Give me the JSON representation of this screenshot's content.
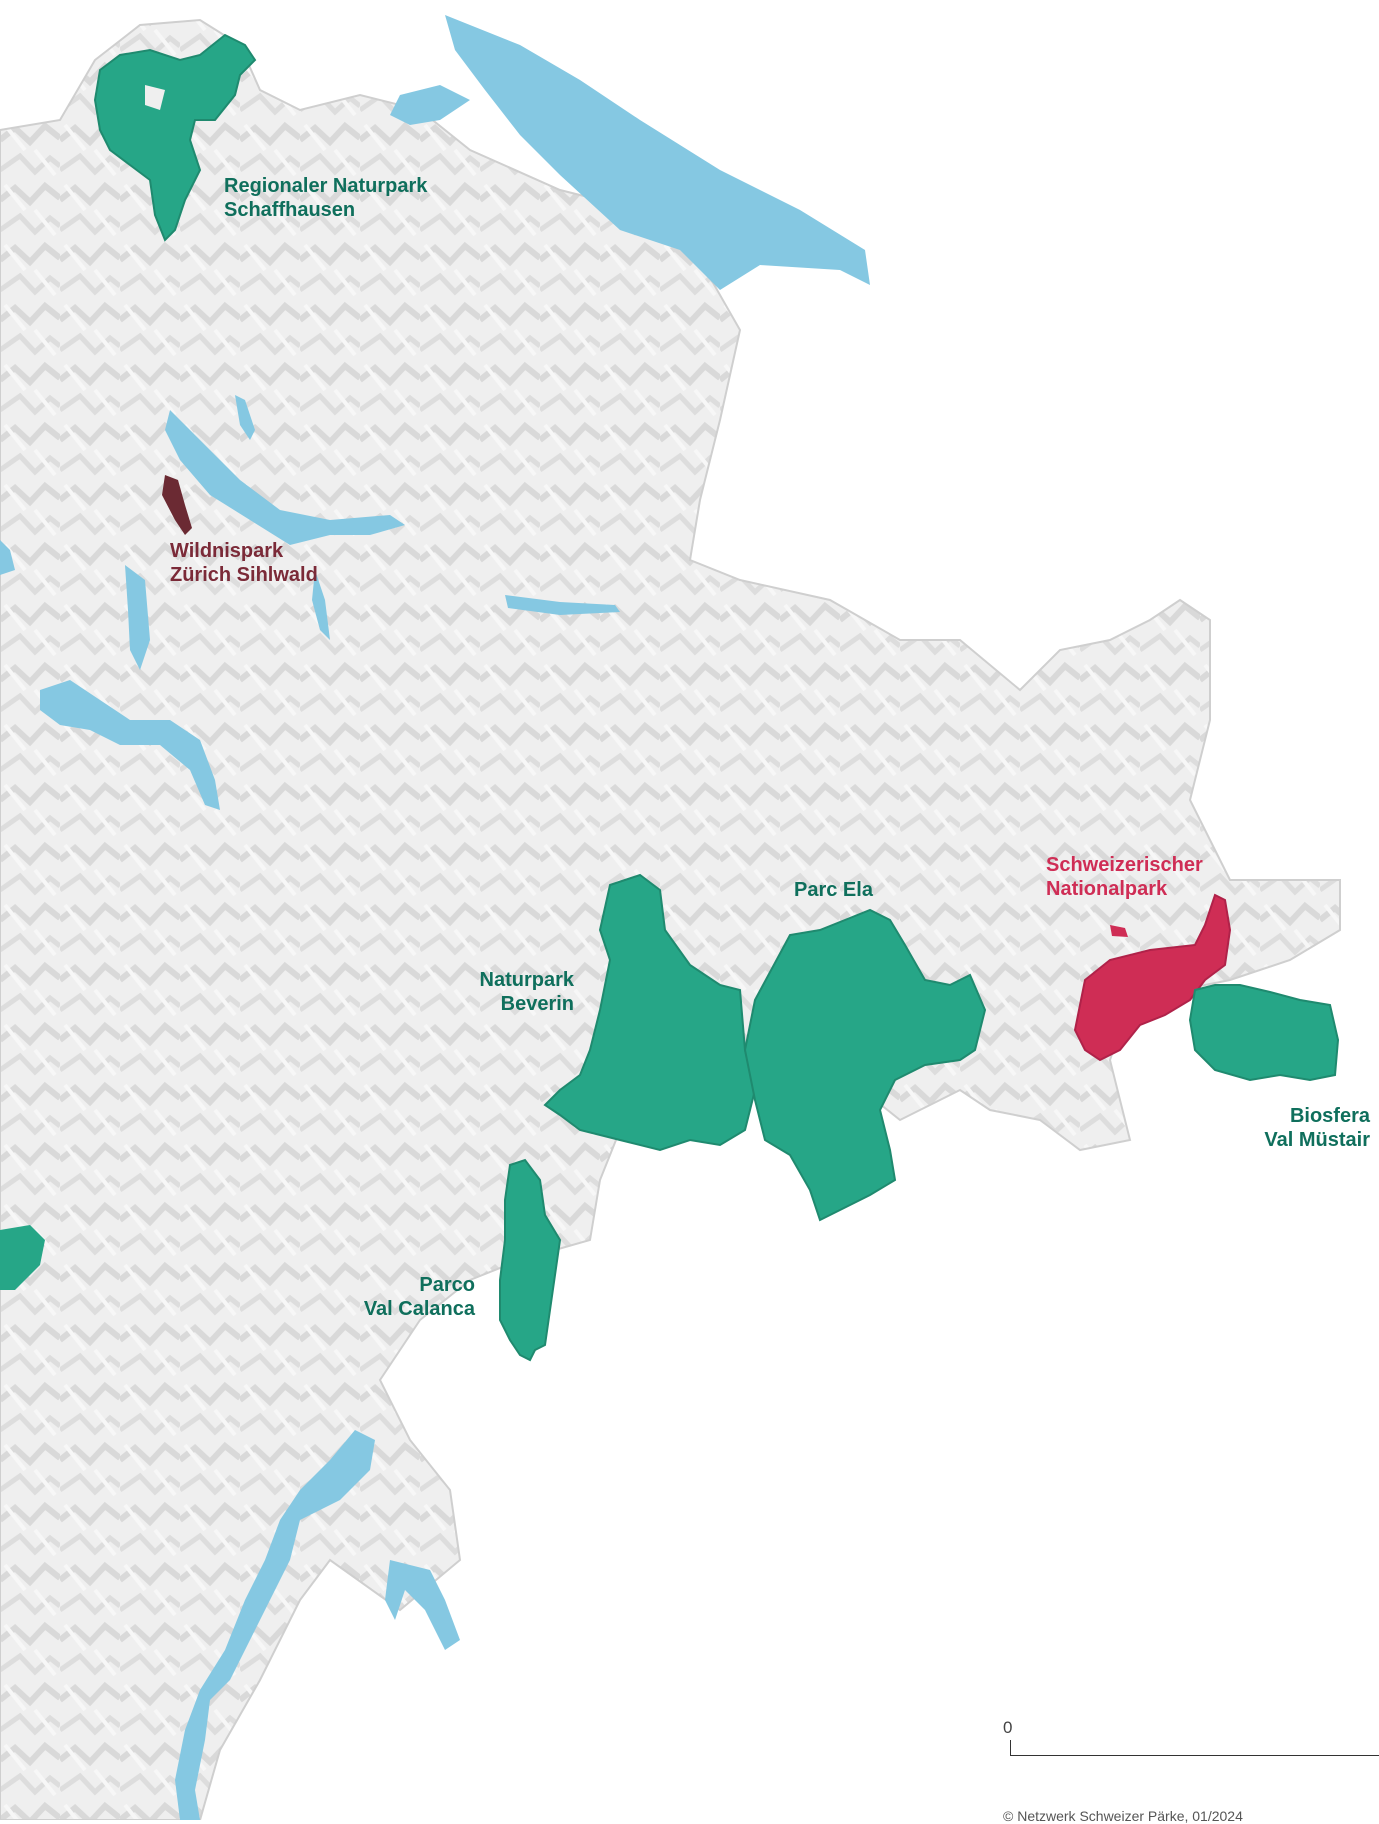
{
  "colors": {
    "park_green": "#26a687",
    "park_green_dark": "#1f8a6f",
    "national_park_red": "#cf2d55",
    "wildnispark_maroon": "#6b2a33",
    "water": "#85c8e2",
    "land": "#ececec",
    "label_green": "#0f6f5c",
    "label_red": "#cf2d55",
    "label_maroon": "#7b2a38"
  },
  "labels": {
    "schaffhausen": [
      "Regionaler Naturpark",
      "Schaffhausen"
    ],
    "wildnispark": [
      "Wildnispark",
      "Zürich Sihlwald"
    ],
    "beverin": [
      "Naturpark",
      "Beverin"
    ],
    "parc_ela": "Parc Ela",
    "nationalpark": [
      "Schweizerischer",
      "Nationalpark"
    ],
    "val_mustair": [
      "Biosfera",
      "Val Müstair"
    ],
    "val_calanca": [
      "Parco",
      "Val Calanca"
    ]
  },
  "scale": {
    "zero_label": "0"
  },
  "footer": {
    "copyright": "© Netzwerk Schweizer Pärke, 01/2024"
  }
}
